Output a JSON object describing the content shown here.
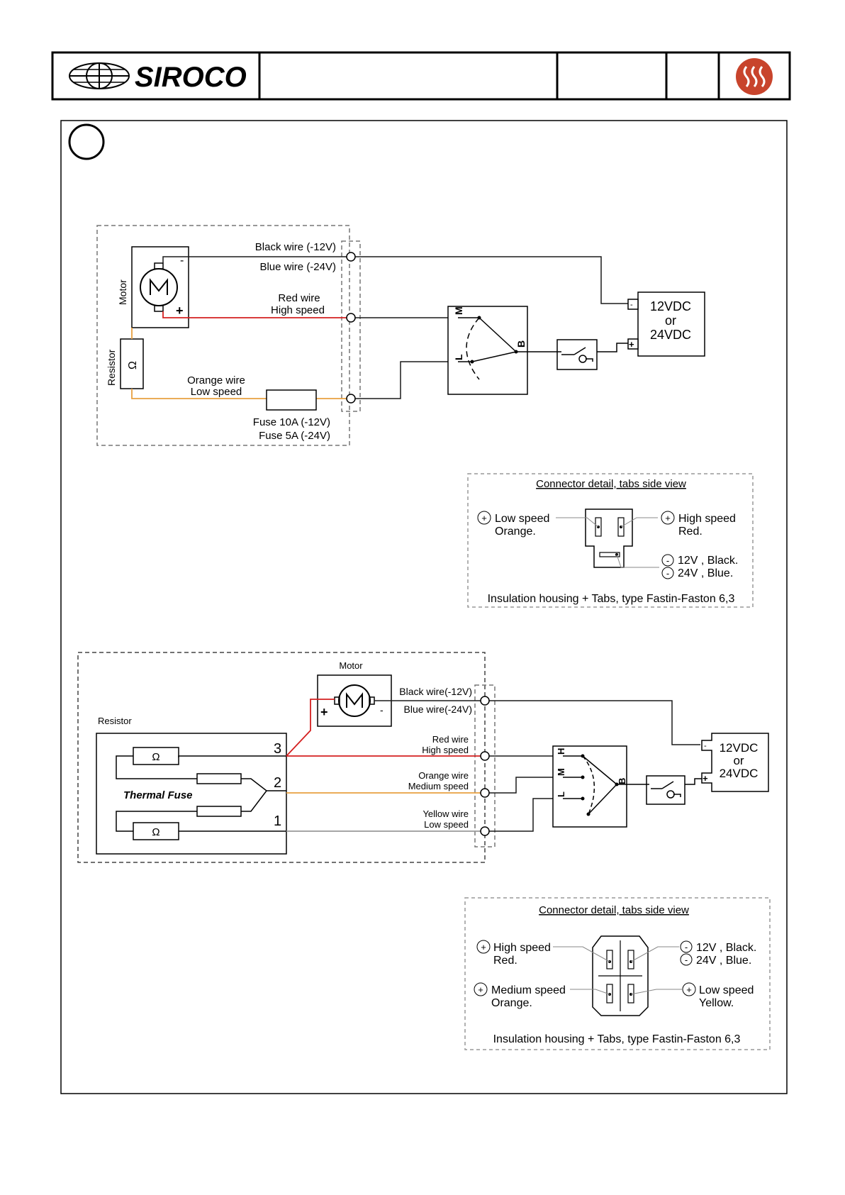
{
  "header": {
    "brand": "SIROCO"
  },
  "diagram1": {
    "motor_label": "Motor",
    "resistor_label": "Resistor",
    "motor_symbol": "M",
    "resistor_symbol": "Ω",
    "black_wire": "Black wire (-12V)",
    "blue_wire": "Blue wire (-24V)",
    "red_wire": "Red wire",
    "red_wire_sub": "High speed",
    "orange_wire": "Orange wire",
    "orange_wire_sub": "Low speed",
    "fuse_12": "Fuse 10A (-12V)",
    "fuse_24": "Fuse 5A (-24V)",
    "switch_m": "M",
    "switch_l": "L",
    "switch_b": "B",
    "supply_1": "12VDC",
    "supply_2": "or",
    "supply_3": "24VDC",
    "wire_colors": {
      "black": "#1a1a1a",
      "red": "#d42020",
      "orange": "#e8a040"
    }
  },
  "connector1": {
    "title": "Connector detail, tabs side view",
    "low_speed": "Low speed",
    "low_speed_color": "Orange.",
    "high_speed": "High speed",
    "high_speed_color": "Red.",
    "neg_12": "12V , Black.",
    "neg_24": "24V , Blue.",
    "footer": "Insulation housing + Tabs, type Fastin-Faston 6,3"
  },
  "diagram2": {
    "motor_label": "Motor",
    "resistor_label": "Resistor",
    "motor_symbol": "M",
    "thermal_fuse": "Thermal Fuse",
    "terminal_3": "3",
    "terminal_2": "2",
    "terminal_1": "1",
    "black_wire": "Black wire(-12V)",
    "blue_wire": "Blue wire(-24V)",
    "red_wire": "Red wire",
    "red_wire_sub": "High speed",
    "orange_wire": "Orange wire",
    "orange_wire_sub": "Medium speed",
    "yellow_wire": "Yellow wire",
    "yellow_wire_sub": "Low speed",
    "switch_h": "H",
    "switch_m": "M",
    "switch_l": "L",
    "switch_b": "B",
    "supply_1": "12VDC",
    "supply_2": "or",
    "supply_3": "24VDC",
    "wire_colors": {
      "yellow": "#9a9a9a"
    }
  },
  "connector2": {
    "title": "Connector detail, tabs side view",
    "high_speed": "High speed",
    "high_speed_color": "Red.",
    "medium_speed": "Medium speed",
    "medium_speed_color": "Orange.",
    "neg_12": "12V , Black.",
    "neg_24": "24V , Blue.",
    "low_speed": "Low speed",
    "low_speed_color": "Yellow.",
    "footer": "Insulation housing + Tabs, type Fastin-Faston 6,3"
  },
  "icons": [
    "globe-logo-icon",
    "heat-logo-icon",
    "motor-icon",
    "resistor-icon",
    "fuse-icon",
    "key-switch-icon",
    "ground-terminal-icon"
  ]
}
